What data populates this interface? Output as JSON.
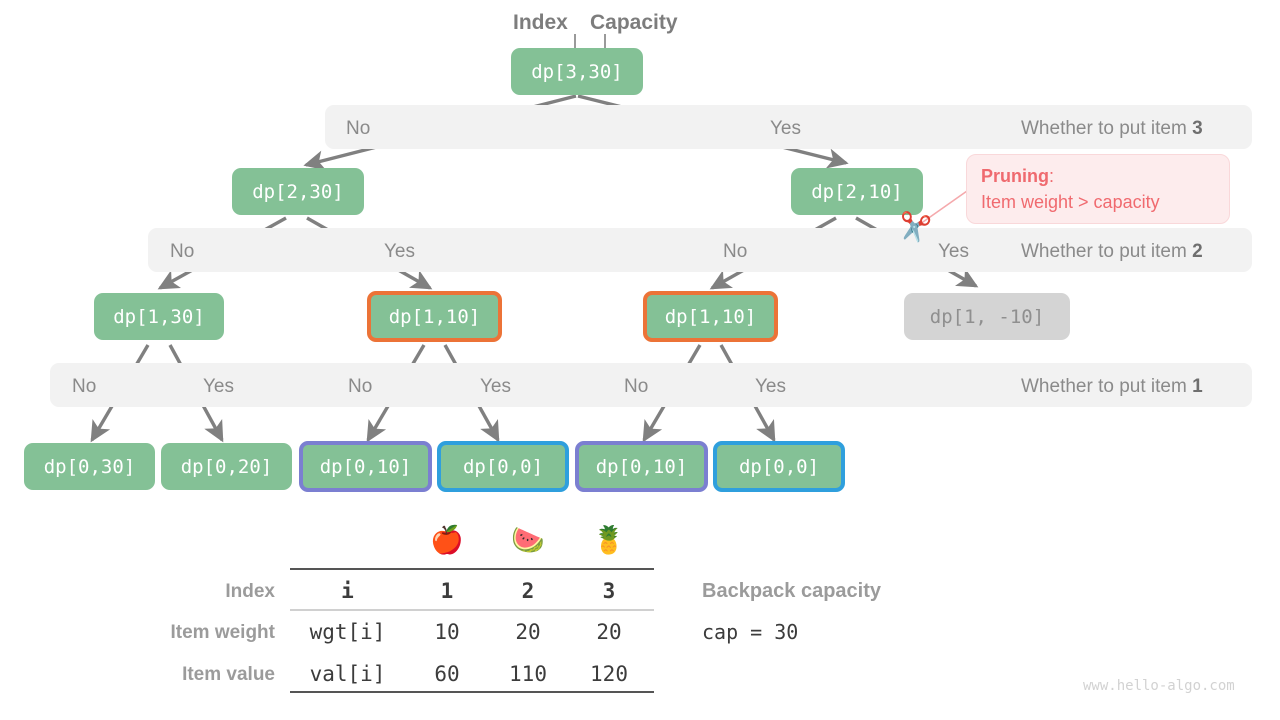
{
  "header": {
    "index_label": "Index",
    "capacity_label": "Capacity"
  },
  "levels": [
    {
      "no_label": "No",
      "yes_label": "Yes",
      "question": "Whether to put item ",
      "item": "3"
    },
    {
      "no_label_left": "No",
      "yes_label_left": "Yes",
      "no_label_right": "No",
      "yes_label_right": "Yes",
      "question": "Whether to put item ",
      "item": "2"
    },
    {
      "no_1": "No",
      "yes_1": "Yes",
      "no_2": "No",
      "yes_2": "Yes",
      "no_3": "No",
      "yes_3": "Yes",
      "question": "Whether to put item ",
      "item": "1"
    }
  ],
  "nodes": {
    "root": "dp[3,30]",
    "l2": [
      "dp[2,30]",
      "dp[2,10]"
    ],
    "l3": [
      "dp[1,30]",
      "dp[1,10]",
      "dp[1,10]",
      "dp[1, -10]"
    ],
    "l4": [
      "dp[0,30]",
      "dp[0,20]",
      "dp[0,10]",
      "dp[0,0]",
      "dp[0,10]",
      "dp[0,0]"
    ]
  },
  "pruning": {
    "title": "Pruning",
    "colon": ":",
    "reason": "Item weight > capacity",
    "scissors_icon": "✂️"
  },
  "table": {
    "emojis": [
      "🍎",
      "🍉",
      "🍍"
    ],
    "row_labels": [
      "Index",
      "Item weight",
      "Item value"
    ],
    "first_col": [
      "i",
      "wgt[i]",
      "val[i]"
    ],
    "index_values": [
      "1",
      "2",
      "3"
    ],
    "weight_values": [
      "10",
      "20",
      "20"
    ],
    "value_values": [
      "60",
      "110",
      "120"
    ]
  },
  "capacity": {
    "title": "Backpack capacity",
    "value": "cap = 30"
  },
  "watermark": "www.hello-algo.com",
  "colors": {
    "node_green": "#84c196",
    "node_gray": "#d4d4d4",
    "border_orange": "#ec7337",
    "border_blue": "#2f9fdd",
    "border_purple": "#7b7fd1",
    "bar_gray": "#f2f2f2",
    "edge_gray": "#808080",
    "pruning_red": "#ef6a6f",
    "pruning_bg": "#fdeced"
  }
}
